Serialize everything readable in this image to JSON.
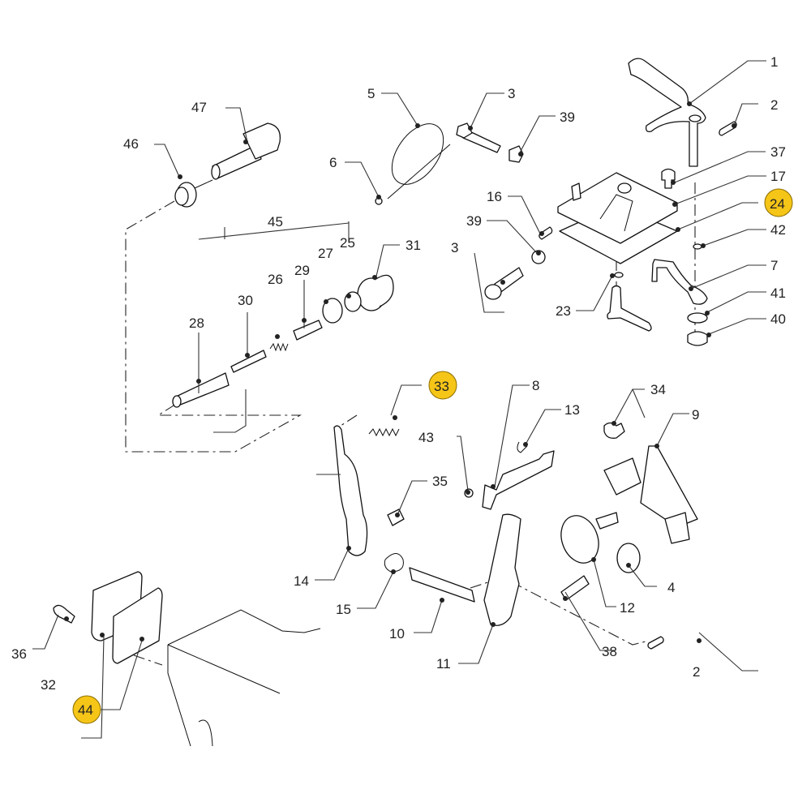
{
  "diagram": {
    "type": "exploded-parts-diagram",
    "highlight_color": "#f5c518",
    "callouts": [
      {
        "id": "c1",
        "label": "1",
        "highlighted": false
      },
      {
        "id": "c2a",
        "label": "2",
        "highlighted": false
      },
      {
        "id": "c2b",
        "label": "2",
        "highlighted": false
      },
      {
        "id": "c3a",
        "label": "3",
        "highlighted": false
      },
      {
        "id": "c3b",
        "label": "3",
        "highlighted": false
      },
      {
        "id": "c4",
        "label": "4",
        "highlighted": false
      },
      {
        "id": "c5",
        "label": "5",
        "highlighted": false
      },
      {
        "id": "c6",
        "label": "6",
        "highlighted": false
      },
      {
        "id": "c7",
        "label": "7",
        "highlighted": false
      },
      {
        "id": "c8",
        "label": "8",
        "highlighted": false
      },
      {
        "id": "c9",
        "label": "9",
        "highlighted": false
      },
      {
        "id": "c10",
        "label": "10",
        "highlighted": false
      },
      {
        "id": "c11",
        "label": "11",
        "highlighted": false
      },
      {
        "id": "c12",
        "label": "12",
        "highlighted": false
      },
      {
        "id": "c13",
        "label": "13",
        "highlighted": false
      },
      {
        "id": "c14",
        "label": "14",
        "highlighted": false
      },
      {
        "id": "c15",
        "label": "15",
        "highlighted": false
      },
      {
        "id": "c16",
        "label": "16",
        "highlighted": false
      },
      {
        "id": "c17",
        "label": "17",
        "highlighted": false
      },
      {
        "id": "c23",
        "label": "23",
        "highlighted": false
      },
      {
        "id": "c24",
        "label": "24",
        "highlighted": true
      },
      {
        "id": "c25",
        "label": "25",
        "highlighted": false
      },
      {
        "id": "c26",
        "label": "26",
        "highlighted": false
      },
      {
        "id": "c27",
        "label": "27",
        "highlighted": false
      },
      {
        "id": "c28",
        "label": "28",
        "highlighted": false
      },
      {
        "id": "c29",
        "label": "29",
        "highlighted": false
      },
      {
        "id": "c30",
        "label": "30",
        "highlighted": false
      },
      {
        "id": "c31",
        "label": "31",
        "highlighted": false
      },
      {
        "id": "c32",
        "label": "32",
        "highlighted": false
      },
      {
        "id": "c33",
        "label": "33",
        "highlighted": true
      },
      {
        "id": "c34",
        "label": "34",
        "highlighted": false
      },
      {
        "id": "c35",
        "label": "35",
        "highlighted": false
      },
      {
        "id": "c36",
        "label": "36",
        "highlighted": false
      },
      {
        "id": "c37",
        "label": "37",
        "highlighted": false
      },
      {
        "id": "c38",
        "label": "38",
        "highlighted": false
      },
      {
        "id": "c39a",
        "label": "39",
        "highlighted": false
      },
      {
        "id": "c39b",
        "label": "39",
        "highlighted": false
      },
      {
        "id": "c40",
        "label": "40",
        "highlighted": false
      },
      {
        "id": "c41",
        "label": "41",
        "highlighted": false
      },
      {
        "id": "c42",
        "label": "42",
        "highlighted": false
      },
      {
        "id": "c43",
        "label": "43",
        "highlighted": false
      },
      {
        "id": "c44",
        "label": "44",
        "highlighted": true
      },
      {
        "id": "c45",
        "label": "45",
        "highlighted": false
      },
      {
        "id": "c46",
        "label": "46",
        "highlighted": false
      },
      {
        "id": "c47",
        "label": "47",
        "highlighted": false
      }
    ]
  }
}
